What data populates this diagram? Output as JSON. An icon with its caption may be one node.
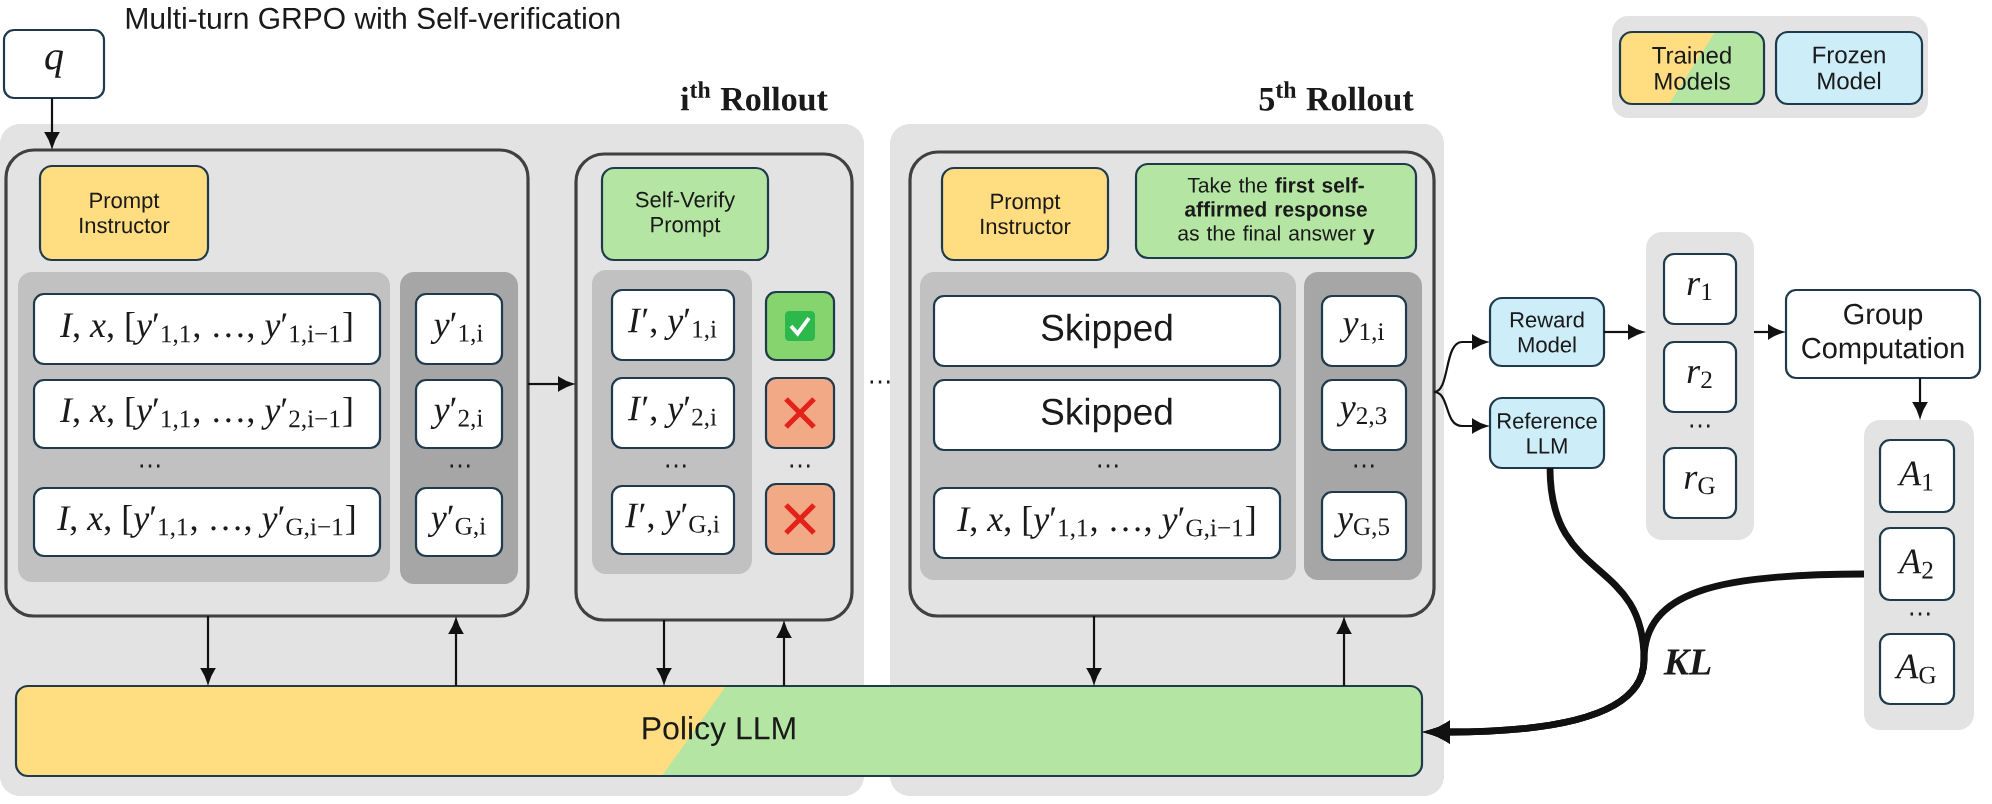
{
  "diagram": {
    "title": "Multi-turn GRPO with Self-verification",
    "nodes": [
      {
        "text": [
          "q"
        ]
      },
      {
        "text": [
          "i$^{th}$ Rollout"
        ]
      },
      {
        "text": [],
        "shape": "box",
        "in": 1
      },
      {
        "text": [
          "Prompt Instructor"
        ],
        "in": 2
      },
      {
        "text": [],
        "shape": "box",
        "in": 2
      },
      {
        "text": [
          "*I*, *x*, [*y*′$_{1,1}$, …, *y*′$_{1,i−1}$]"
        ],
        "in": 4
      },
      {
        "text": [
          "*I*, *x*, [*y*′$_{1,1}$, …, *y*′$_{2,i−1}$]"
        ],
        "in": 4
      },
      {
        "text": [
          "*I*, *x*, [*y*′$_{1,1}$, …, *y*′$_{G,i−1}$]"
        ],
        "in": 4
      },
      {
        "text": [],
        "shape": "box",
        "in": 2
      },
      {
        "text": [
          "*y*′$_{1,i}$"
        ],
        "in": 8
      },
      {
        "text": [
          "*y*′$_{2,i}$"
        ],
        "in": 8
      },
      {
        "text": [
          "*y*′$_{G,i}$"
        ],
        "in": 8
      },
      {
        "text": [],
        "shape": "box",
        "in": 1
      },
      {
        "text": [
          "Self-Verify Prompt"
        ],
        "in": 12
      },
      {
        "text": [],
        "shape": "box",
        "in": 12
      },
      {
        "text": [
          "*I*′, *y*′$_{1,i}$"
        ],
        "in": 14
      },
      {
        "text": [
          "*I*′, *y*′$_{2,i}$"
        ],
        "in": 14
      },
      {
        "text": [
          "*I*′, *y*′$_{G,i}$"
        ],
        "in": 14
      },
      {
        "text": [],
        "shape": "box",
        "in": 12
      },
      {
        "text": [],
        "shape": "box",
        "in": 12
      },
      {
        "text": [],
        "shape": "box",
        "in": 12
      },
      {
        "text": [
          "5$^{th}$ Rollout"
        ]
      },
      {
        "text": [],
        "shape": "box",
        "in": 21
      },
      {
        "text": [
          "Prompt Instructor"
        ],
        "in": 22
      },
      {
        "text": [
          "Take the **first self-affirmed response** as the final answer **y**"
        ],
        "in": 22
      },
      {
        "text": [],
        "shape": "box",
        "in": 22
      },
      {
        "text": [
          "Skipped"
        ],
        "in": 25
      },
      {
        "text": [
          "Skipped"
        ],
        "in": 25
      },
      {
        "text": [
          "*I*, *x*, [*y*′$_{1,1}$, …, *y*′$_{G,i−1}$]"
        ],
        "in": 25
      },
      {
        "text": [],
        "shape": "box",
        "in": 22
      },
      {
        "text": [
          "*y*$_{1,i}$"
        ],
        "in": 29
      },
      {
        "text": [
          "*y*$_{2,3}$"
        ],
        "in": 29
      },
      {
        "text": [
          "*y*$_{G,5}$"
        ],
        "in": 29
      },
      {
        "text": [
          "Policy LLM"
        ]
      },
      {
        "text": [
          "Reward Model"
        ]
      },
      {
        "text": [
          "Reference LLM"
        ]
      },
      {
        "text": [],
        "shape": "box"
      },
      {
        "text": [
          "*r*$_{1}$"
        ],
        "in": 36
      },
      {
        "text": [
          "*r*$_{2}$"
        ],
        "in": 36
      },
      {
        "text": [
          "*r*$_{G}$"
        ],
        "in": 36
      },
      {
        "text": [
          "Group Computation"
        ]
      },
      {
        "text": [],
        "shape": "box"
      },
      {
        "text": [
          "*A*$_{1}$"
        ],
        "in": 41
      },
      {
        "text": [
          "*A*$_{2}$"
        ],
        "in": 41
      },
      {
        "text": [
          "*A*$_{G}$"
        ],
        "in": 41
      }
    ],
    "edges": [
      {
        "from": 0,
        "to": 2,
        "arrow": "to"
      },
      {
        "from": 2,
        "to": 12,
        "arrow": "to"
      },
      {
        "from": 2,
        "to": 33,
        "arrow": "to"
      },
      {
        "from": 33,
        "to": 2,
        "arrow": "to"
      },
      {
        "from": 12,
        "to": 33,
        "arrow": "to"
      },
      {
        "from": 33,
        "to": 12,
        "arrow": "to"
      },
      {
        "from": 22,
        "to": 33,
        "arrow": "to"
      },
      {
        "from": 33,
        "to": 22,
        "arrow": "to"
      },
      {
        "from": 22,
        "to": 34,
        "arrow": "to"
      },
      {
        "from": 22,
        "to": 35,
        "arrow": "to"
      },
      {
        "from": 34,
        "to": 36,
        "arrow": "to"
      },
      {
        "from": 36,
        "to": 40,
        "arrow": "to"
      },
      {
        "from": 40,
        "to": 41,
        "arrow": "to"
      },
      {
        "from": 35,
        "to": 33,
        "arrow": "to",
        "style": "thick",
        "label": "KL"
      },
      {
        "from": 41,
        "to": 33,
        "arrow": "to",
        "style": "thick"
      }
    ],
    "labels": [
      "…",
      "…",
      "…",
      "…",
      "…",
      "…",
      "…",
      "…",
      "…"
    ],
    "legend": [
      {
        "text": "Trained Models"
      },
      {
        "text": "Frozen Model",
        "color": "#cdedf9"
      }
    ]
  }
}
